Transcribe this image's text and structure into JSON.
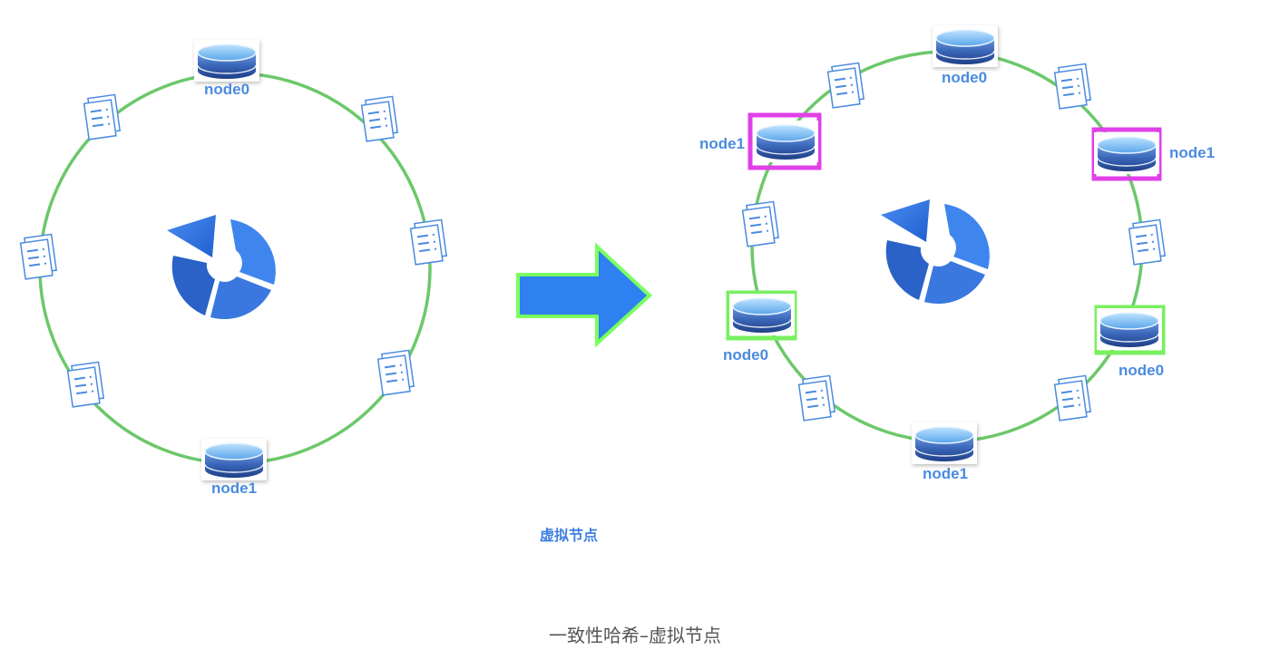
{
  "left_diagram": {
    "nodes": [
      {
        "label": "node0"
      },
      {
        "label": "node1"
      }
    ]
  },
  "right_diagram": {
    "nodes": [
      {
        "label": "node0",
        "highlight": "none"
      },
      {
        "label": "node1",
        "highlight": "magenta"
      },
      {
        "label": "node1",
        "highlight": "magenta"
      },
      {
        "label": "node0",
        "highlight": "green"
      },
      {
        "label": "node0",
        "highlight": "green"
      },
      {
        "label": "node1",
        "highlight": "none"
      }
    ]
  },
  "inner_caption": "虚拟节点",
  "page_caption": "一致性哈希–虚拟节点",
  "colors": {
    "ring": "#6cc86a",
    "db_top": "#8cc8f5",
    "db_body": "#2f57a8",
    "doc": "#4a8be0",
    "logo": "#3a78e0",
    "arrow_fill": "#2f80f0",
    "arrow_stroke": "#78ff60",
    "highlight_magenta": "#e040e8",
    "highlight_green": "#78f060",
    "label": "#4a8be0"
  },
  "icons": [
    "database-icon",
    "document-icon",
    "ring-logo-icon",
    "arrow-right-icon"
  ]
}
